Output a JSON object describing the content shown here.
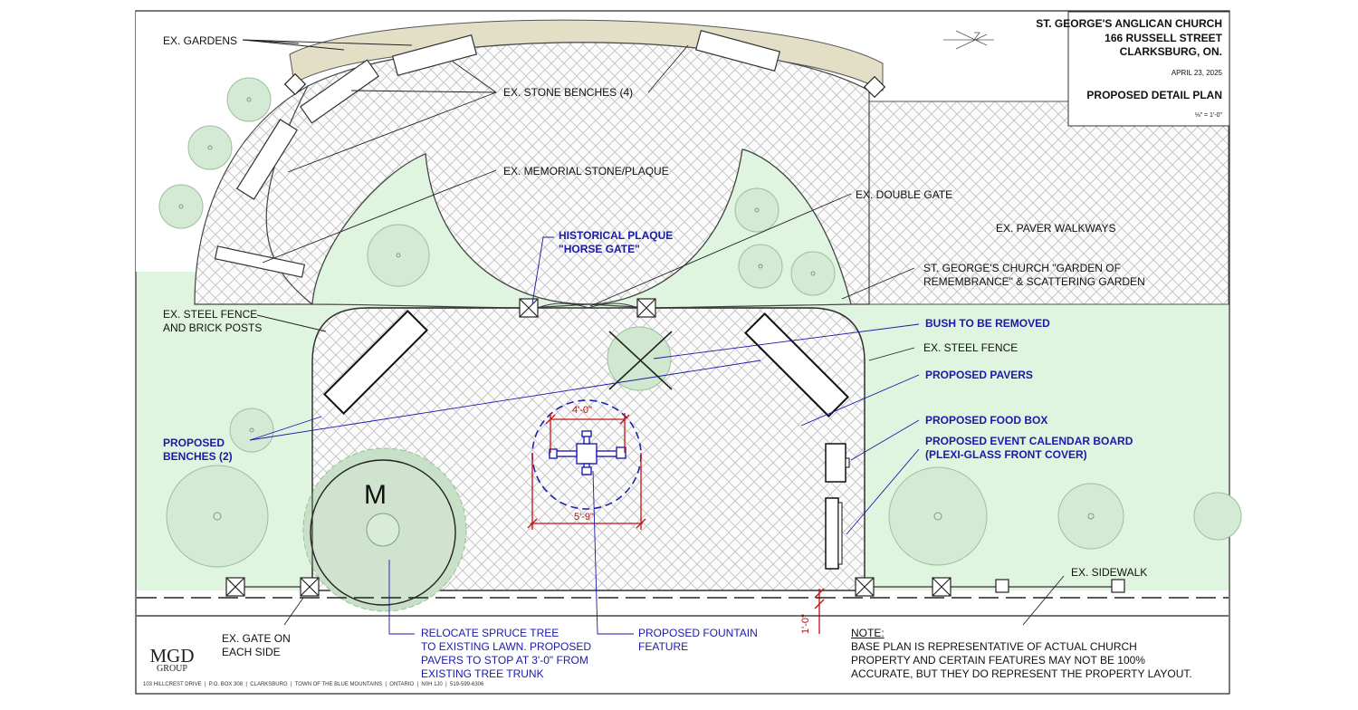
{
  "title_block": {
    "church": "ST. GEORGE'S ANGLICAN CHURCH",
    "street": "166 RUSSELL STREET",
    "city": "CLARKSBURG, ON.",
    "date": "APRIL 23, 2025",
    "plan_title": "PROPOSED DETAIL PLAN",
    "scale": "⅛\" = 1'-0\""
  },
  "labels": {
    "ex_gardens": "EX. GARDENS",
    "stone_benches": "EX. STONE BENCHES (4)",
    "memorial_stone": "EX. MEMORIAL STONE/PLAQUE",
    "double_gate": "EX. DOUBLE GATE",
    "paver_walkways": "EX. PAVER WALKWAYS",
    "historical_plaque": "HISTORICAL PLAQUE\n\"HORSE GATE\"",
    "garden_name": "ST. GEORGE'S CHURCH \"GARDEN OF\nREMEMBRANCE\" & SCATTERING GARDEN",
    "steel_fence_posts": "EX. STEEL FENCE\nAND BRICK POSTS",
    "bush_removed": "BUSH TO BE REMOVED",
    "steel_fence": "EX. STEEL FENCE",
    "proposed_pavers": "PROPOSED PAVERS",
    "food_box": "PROPOSED FOOD BOX",
    "event_board": "PROPOSED EVENT CALENDAR BOARD\n(PLEXI-GLASS FRONT COVER)",
    "proposed_benches": "PROPOSED\nBENCHES (2)",
    "sidewalk": "EX. SIDEWALK",
    "gate_each_side": "EX. GATE ON\nEACH SIDE",
    "relocate_spruce": "RELOCATE SPRUCE TREE\nTO EXISTING LAWN. PROPOSED\nPAVERS TO STOP AT 3'-0\" FROM\nEXISTING TREE TRUNK",
    "fountain": "PROPOSED FOUNTAIN\nFEATURE",
    "note_heading": "NOTE:",
    "note_body": "BASE PLAN IS REPRESENTATIVE OF ACTUAL CHURCH\nPROPERTY AND CERTAIN FEATURES MAY NOT BE 100%\nACCURATE, BUT THEY DO REPRESENT THE PROPERTY LAYOUT.",
    "tree_mark": "M"
  },
  "dimensions": {
    "fountain_inner": "4'-0\"",
    "fountain_outer": "5'-9\"",
    "setback": "1'-0\""
  },
  "logo": {
    "name": "MGD",
    "sub": "GROUP",
    "address": "103 HILLCREST DRIVE  |  P.O. BOX 308  |  CLARKSBURG  |  TOWN OF THE BLUE MOUNTAINS  |  ONTARIO  |  N0H 1J0  |  519-599-6306"
  },
  "colors": {
    "lawn": "#dff5df",
    "tree": "#cfe8cf",
    "garden_bed": "#e3dfc6",
    "annotation_blue": "#1a1aa8",
    "dimension_red": "#c81010"
  }
}
